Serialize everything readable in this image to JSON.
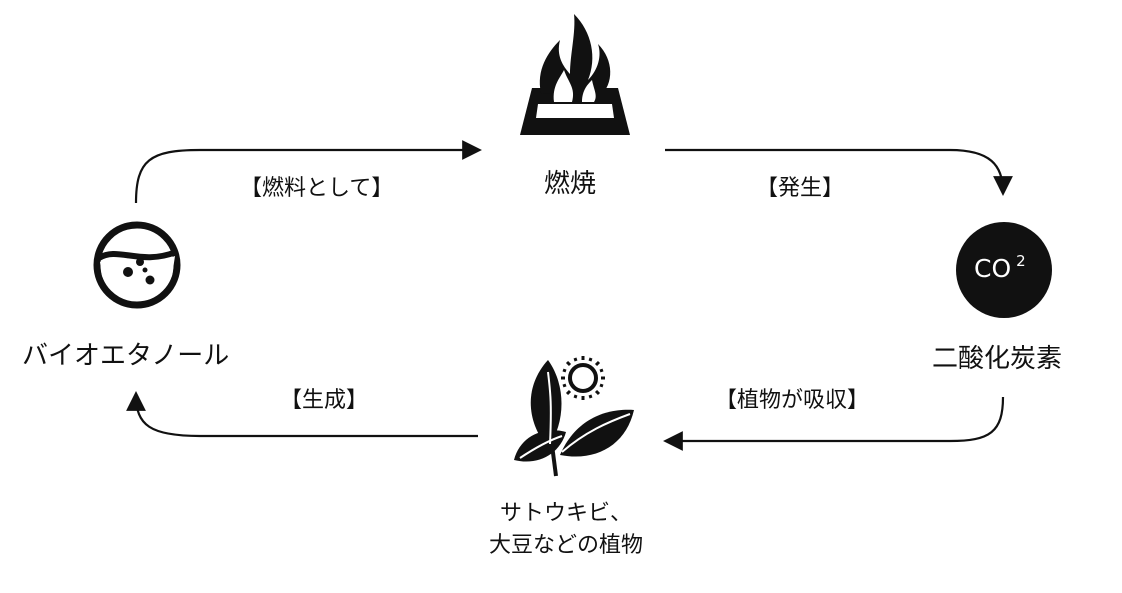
{
  "nodes": {
    "combustion": {
      "label": "燃焼",
      "icon": "fire-icon"
    },
    "co2": {
      "label": "二酸化炭素",
      "badge_main": "CO",
      "badge_sup": "2",
      "icon": "co2-badge"
    },
    "plants": {
      "label_line1": "サトウキビ、",
      "label_line2": "大豆などの植物",
      "icon": "plant-with-sun-icon"
    },
    "bioethanol": {
      "label": "バイオエタノール",
      "icon": "beaker-icon"
    }
  },
  "edges": {
    "as_fuel": "【燃料として】",
    "emission": "【発生】",
    "absorption": "【植物が吸収】",
    "production": "【生成】"
  },
  "colors": {
    "ink": "#111111",
    "background": "#ffffff"
  }
}
